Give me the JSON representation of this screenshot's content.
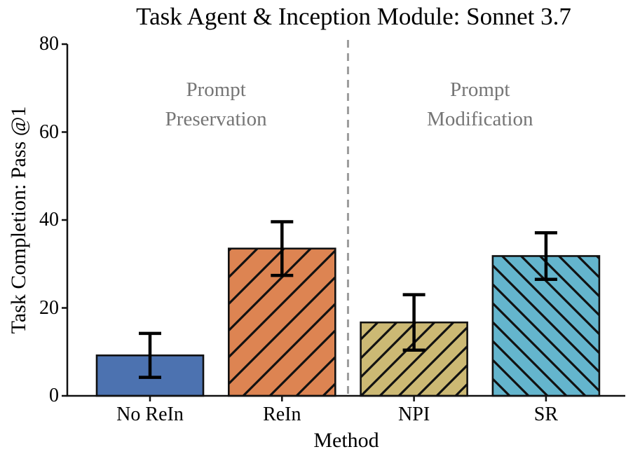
{
  "chart_data": {
    "type": "bar",
    "title": "Task Agent & Inception Module: Sonnet 3.7",
    "xlabel": "Method",
    "ylabel": "Task Completion: Pass @1",
    "ylim": [
      0,
      80
    ],
    "yticks": [
      0,
      20,
      40,
      60,
      80
    ],
    "categories": [
      "No ReIn",
      "ReIn",
      "NPI",
      "SR"
    ],
    "values": [
      9.2,
      33.5,
      16.7,
      31.8
    ],
    "errors": [
      5.0,
      6.1,
      6.3,
      5.3
    ],
    "bar_colors": [
      "#4C72B0",
      "#DD8452",
      "#CCB974",
      "#64B5CD"
    ],
    "bar_hatches": [
      "",
      "/",
      "//",
      "\\\\"
    ],
    "edge_color": "#111111",
    "error_bar_color": "#000000",
    "grid": false,
    "legend": false,
    "group_divider": {
      "between": [
        "ReIn",
        "NPI"
      ],
      "style": "dashed",
      "color": "#9c9c9c"
    },
    "annotations": [
      {
        "line1": "Prompt",
        "line2": "Preservation",
        "region": "left",
        "color": "#757575"
      },
      {
        "line1": "Prompt",
        "line2": "Modification",
        "region": "right",
        "color": "#757575"
      }
    ]
  }
}
